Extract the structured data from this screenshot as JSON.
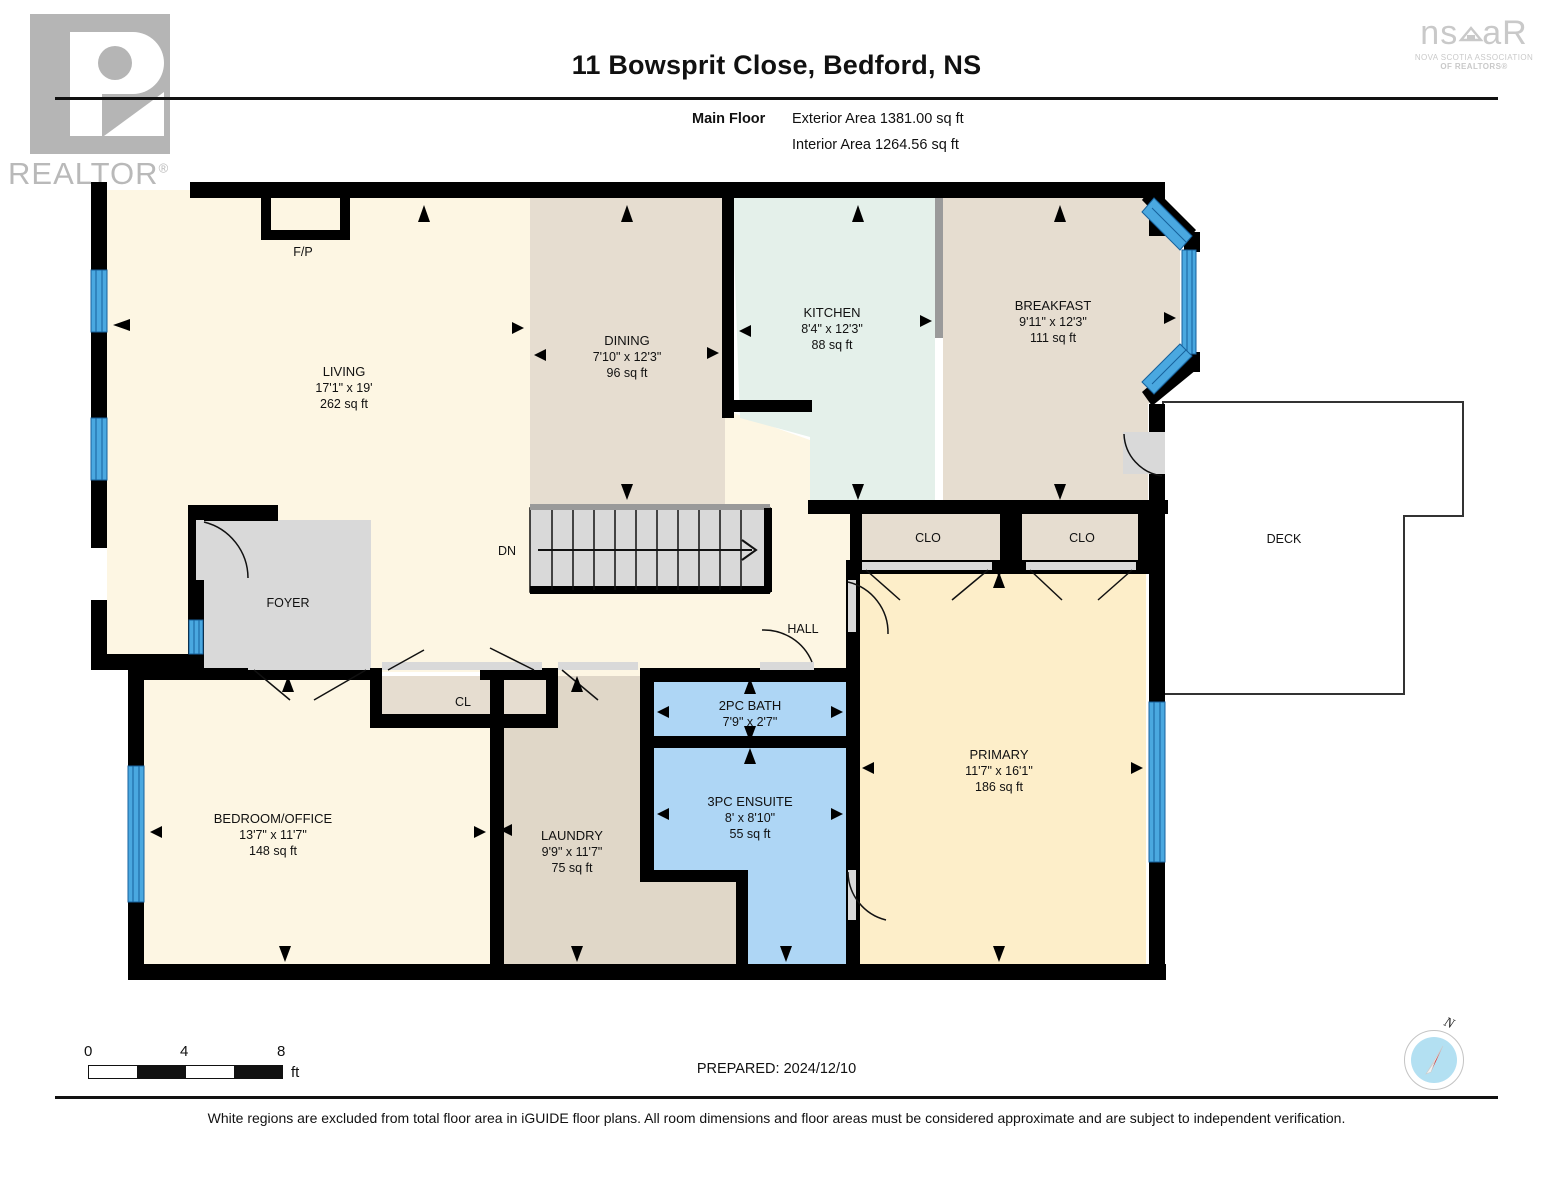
{
  "header": {
    "title": "11 Bowsprit Close, Bedford, NS",
    "floor_label": "Main Floor",
    "exterior_area": "Exterior Area 1381.00 sq ft",
    "interior_area": "Interior Area 1264.56 sq ft"
  },
  "logos": {
    "realtor_word": "REALTOR",
    "realtor_reg": "®",
    "nsar_left": "ns",
    "nsar_right": "aR",
    "nsar_sub1": "NOVA SCOTIA ASSOCIATION",
    "nsar_sub2": "OF REALTORS®"
  },
  "rooms": [
    {
      "key": "living",
      "name": "LIVING",
      "dim": "17'1\" x 19'",
      "area": "262 sq ft",
      "fill": "#fdf6e3"
    },
    {
      "key": "dining",
      "name": "DINING",
      "dim": "7'10\" x 12'3\"",
      "area": "96 sq ft",
      "fill": "#e6ddd0"
    },
    {
      "key": "kitchen",
      "name": "KITCHEN",
      "dim": "8'4\" x 12'3\"",
      "area": "88 sq ft",
      "fill": "#e4f0ea"
    },
    {
      "key": "breakfast",
      "name": "BREAKFAST",
      "dim": "9'11\" x 12'3\"",
      "area": "111 sq ft",
      "fill": "#e6ddd0"
    },
    {
      "key": "primary",
      "name": "PRIMARY",
      "dim": "11'7\" x 16'1\"",
      "area": "186 sq ft",
      "fill": "#fdeec9"
    },
    {
      "key": "bedoffice",
      "name": "BEDROOM/OFFICE",
      "dim": "13'7\" x 11'7\"",
      "area": "148 sq ft",
      "fill": "#fdf6e3"
    },
    {
      "key": "laundry",
      "name": "LAUNDRY",
      "dim": "9'9\" x 11'7\"",
      "area": "75 sq ft",
      "fill": "#e0d7c8"
    },
    {
      "key": "bath2pc",
      "name": "2PC BATH",
      "dim": "7'9\" x 2'7\"",
      "area": "",
      "fill": "#aed6f5"
    },
    {
      "key": "ensuite",
      "name": "3PC ENSUITE",
      "dim": "8' x 8'10\"",
      "area": "55 sq ft",
      "fill": "#aed6f5"
    }
  ],
  "plain_labels": {
    "fp": "F/P",
    "foyer": "FOYER",
    "hall": "HALL",
    "dn": "DN",
    "cl": "CL",
    "clo_left": "CLO",
    "clo_right": "CLO",
    "deck": "DECK"
  },
  "scale": {
    "tick_0": "0",
    "tick_4": "4",
    "tick_8": "8",
    "unit": "ft"
  },
  "footer": {
    "prepared": "PREPARED: 2024/12/10",
    "disclaimer": "White regions are excluded from total floor area in iGUIDE floor plans. All room dimensions and floor areas must be considered approximate and are subject to independent verification.",
    "compass_n": "N"
  },
  "colors": {
    "wall": "#000000",
    "window": "#4aa8e0",
    "door_swing": "#d9d9d9",
    "stairs": "#d9d9d9",
    "foyer": "#d9d9d9",
    "deck_outline": "#333333"
  }
}
